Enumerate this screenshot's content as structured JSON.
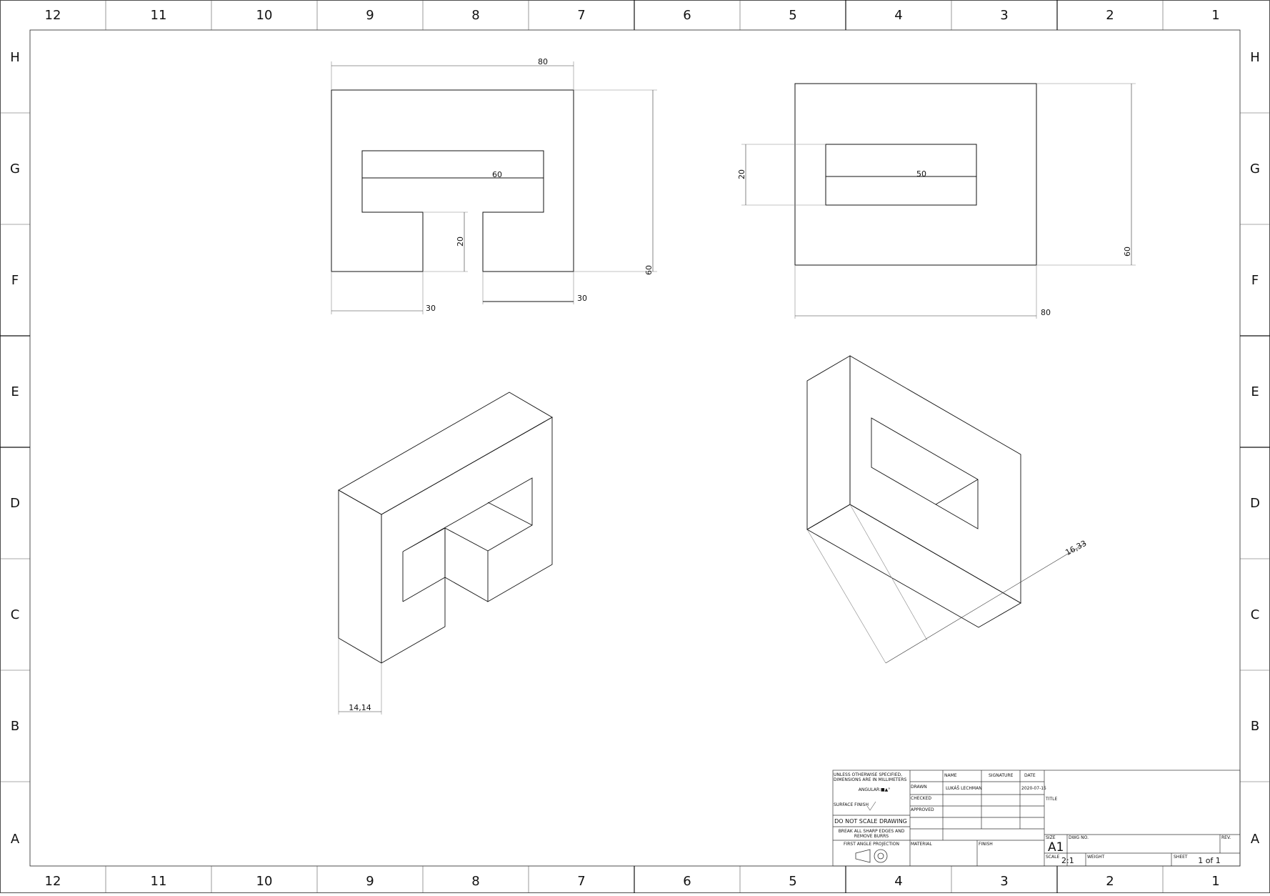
{
  "frame": {
    "columns_top": [
      "12",
      "11",
      "10",
      "9",
      "8",
      "7",
      "6",
      "5",
      "4",
      "3",
      "2",
      "1"
    ],
    "columns_bottom": [
      "12",
      "11",
      "10",
      "9",
      "8",
      "7",
      "6",
      "5",
      "4",
      "3",
      "2",
      "1"
    ],
    "rows_left": [
      "H",
      "G",
      "F",
      "E",
      "D",
      "C",
      "B",
      "A"
    ],
    "rows_right": [
      "H",
      "G",
      "F",
      "E",
      "D",
      "C",
      "B",
      "A"
    ]
  },
  "views": {
    "front": {
      "width": "80",
      "height": "60",
      "slot_width": "60",
      "stem_height": "20",
      "left_leg": "30",
      "right_leg": "30"
    },
    "side": {
      "width": "80",
      "height": "60",
      "slot_width": "50",
      "slot_height": "20"
    },
    "iso_left": {
      "dim": "14,14"
    },
    "iso_right": {
      "dim": "16,33"
    }
  },
  "title_block": {
    "unless_line1": "UNLESS OTHERWISE SPECIFIED,",
    "unless_line2": "DIMENSIONS ARE IN MILLIMETERS",
    "angular": "ANGULAR:■▲°",
    "surface_finish": "SURFACE FINISH",
    "do_not_scale": "DO NOT SCALE DRAWING",
    "break_edges_1": "BREAK ALL SHARP EDGES AND",
    "break_edges_2": "REMOVE BURRS",
    "projection": "FIRST ANGLE PROJECTION",
    "col_name": "NAME",
    "col_signature": "SIGNATURE",
    "col_date": "DATE",
    "row_drawn": "DRAWN",
    "row_checked": "CHECKED",
    "row_approved": "APPROVED",
    "drawn_name": "LUKÁŠ LECHMAN",
    "drawn_date": "2020-07-15",
    "material": "MATERIAL",
    "finish": "FINISH",
    "title": "TITLE",
    "size_label": "SIZE",
    "size": "A1",
    "dwg_no": "DWG NO.",
    "rev": "REV.",
    "scale_label": "SCALE",
    "scale": "2:1",
    "weight": "WEIGHT",
    "sheet_label": "SHEET",
    "sheet": "1 of 1"
  }
}
